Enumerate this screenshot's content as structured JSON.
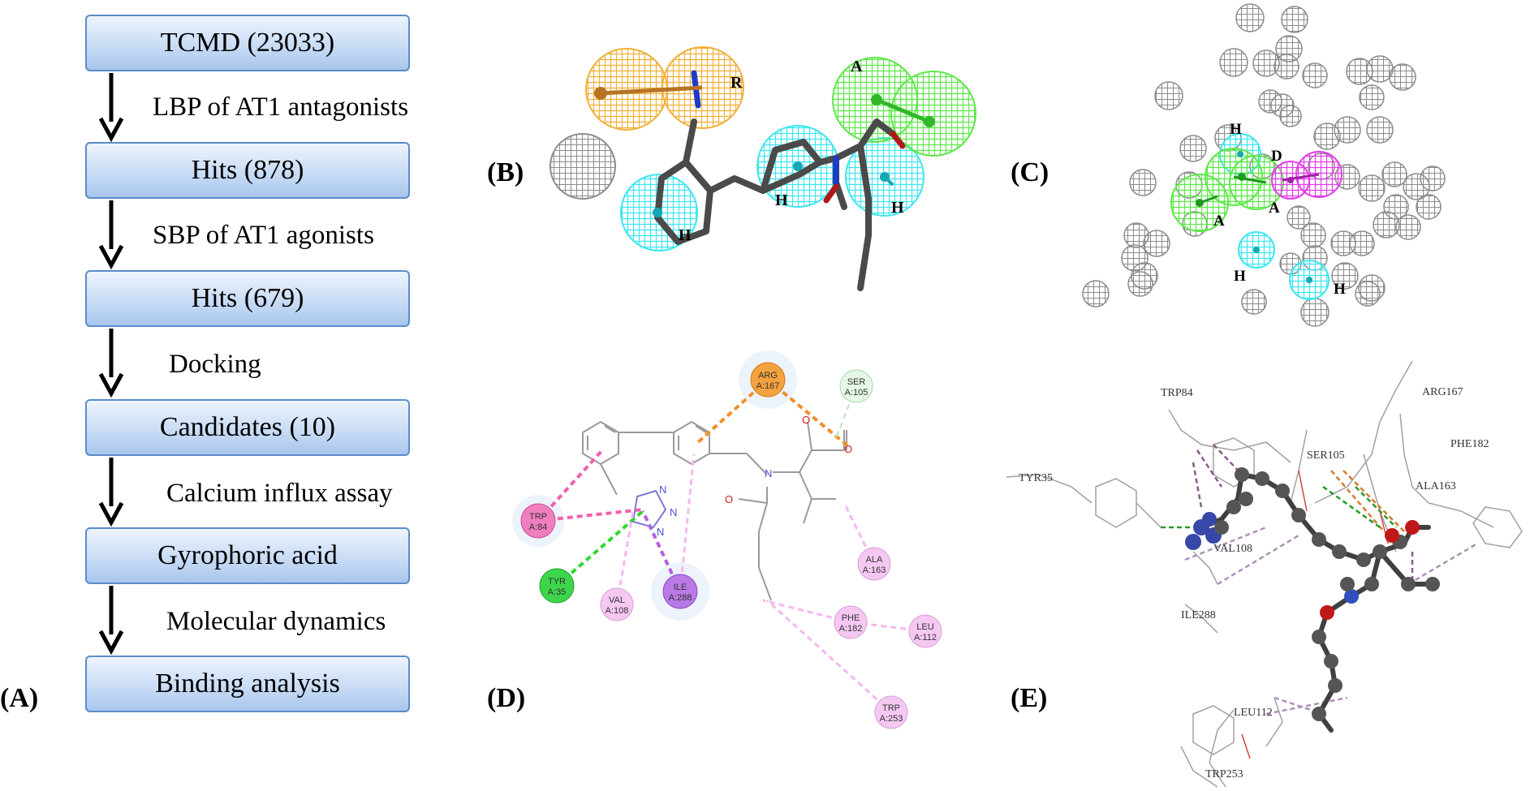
{
  "panels": {
    "A": "(A)",
    "B": "(B)",
    "C": "(C)",
    "D": "(D)",
    "E": "(E)"
  },
  "flow": {
    "boxes": [
      "TCMD (23033)",
      "Hits (878)",
      "Hits (679)",
      "Candidates (10)",
      "Gyrophoric acid",
      "Binding analysis"
    ],
    "steps": [
      "LBP of AT1 antagonists",
      "SBP of AT1 agonists",
      "Docking",
      "Calcium influx assay",
      "Molecular dynamics"
    ]
  },
  "pharmacophore_b": {
    "features": [
      "R",
      "A",
      "H",
      "H",
      "H"
    ]
  },
  "pharmacophore_c": {
    "features": [
      "H",
      "D",
      "A",
      "A",
      "H",
      "H"
    ]
  },
  "interactions_d": {
    "residues": [
      {
        "label": "ARG A:167",
        "color": "#f3a23f"
      },
      {
        "label": "SER A:105",
        "color": "#e6f7e6"
      },
      {
        "label": "TRP A:84",
        "color": "#f07fbf"
      },
      {
        "label": "TYR A:35",
        "color": "#3dd64b"
      },
      {
        "label": "VAL A:108",
        "color": "#f5c8f2"
      },
      {
        "label": "ILE A:288",
        "color": "#b97ae6"
      },
      {
        "label": "ALA A:163",
        "color": "#f5c8f2"
      },
      {
        "label": "PHE A:182",
        "color": "#f5c8f2"
      },
      {
        "label": "LEU A:112",
        "color": "#f5c8f2"
      },
      {
        "label": "TRP A:253",
        "color": "#f5c8f2"
      }
    ],
    "atoms": {
      "N": "N",
      "O": "O"
    }
  },
  "structure_e": {
    "residues": [
      "TRP84",
      "ARG167",
      "SER105",
      "PHE182",
      "TYR35",
      "ALA163",
      "VAL108",
      "ILE288",
      "LEU112",
      "TRP253"
    ]
  },
  "colors": {
    "box_border": "#5b8cc8",
    "cyan": "#3fe6f0",
    "green": "#5ee84a",
    "orange": "#f2b03a",
    "magenta": "#e040e8",
    "grey": "#9a9a9a"
  }
}
